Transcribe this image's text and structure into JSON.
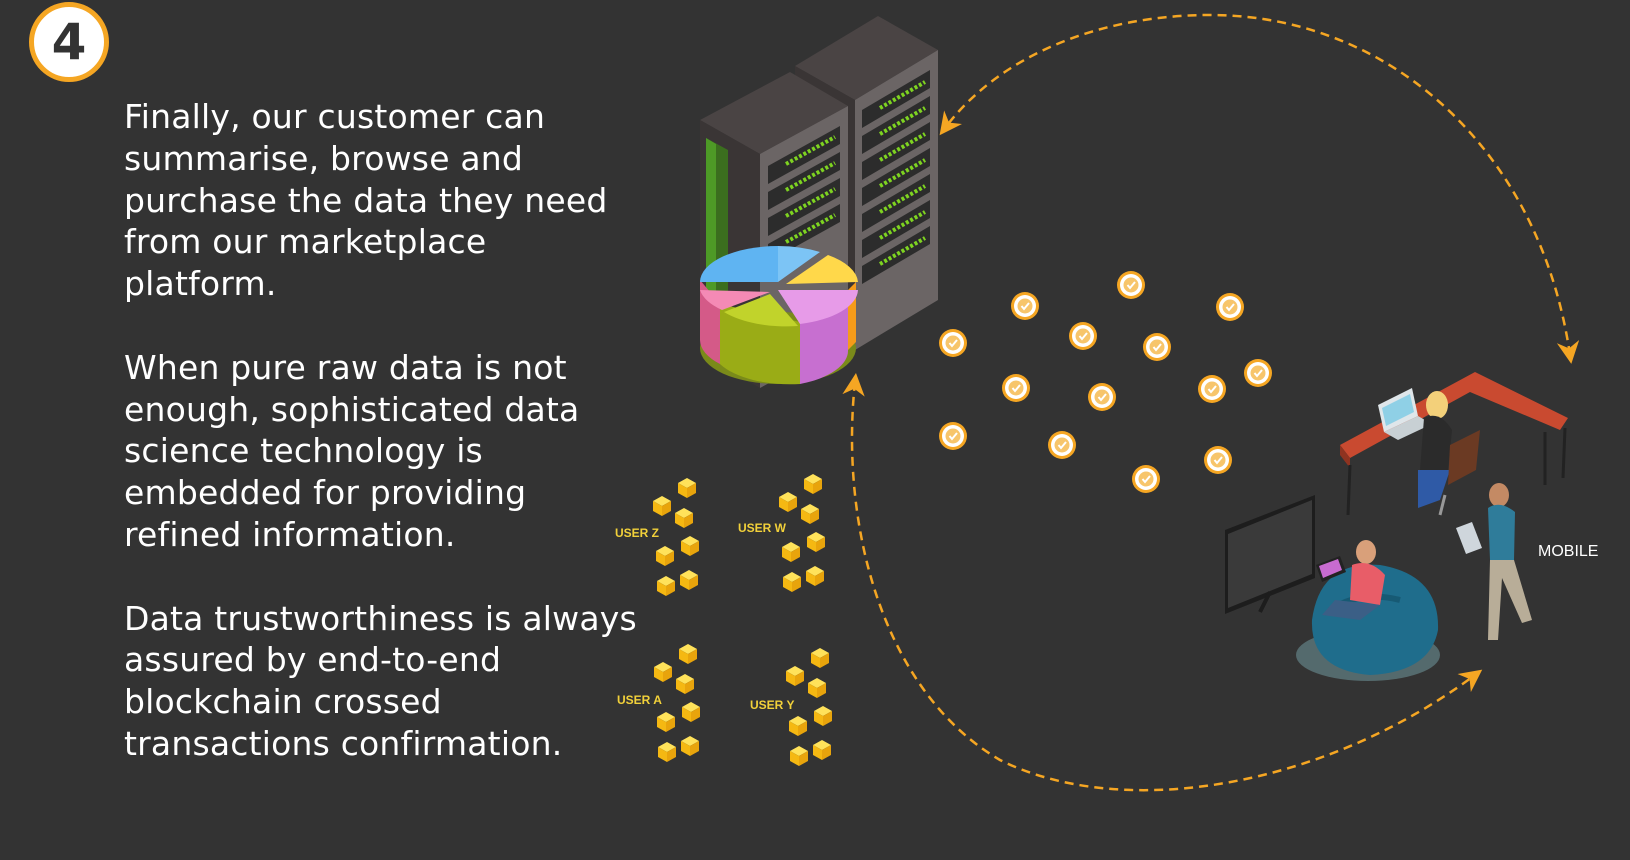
{
  "step": {
    "number": "4"
  },
  "paragraphs": [
    "Finally, our customer can summarise, browse and purchase the data they need from our marketplace platform.",
    "When pure raw data is not enough, sophisticated data science technology is embedded for providing refined information.",
    "Data trustworthiness is always assured by end-to-end blockchain crossed transactions confirmation."
  ],
  "users": [
    {
      "label": "USER Z"
    },
    {
      "label": "USER W"
    },
    {
      "label": "USER A"
    },
    {
      "label": "USER Y"
    }
  ],
  "mobile_label": "MOBILE",
  "colors": {
    "background": "#333333",
    "accent": "#f5a623",
    "text": "#ffffff",
    "user_label": "#f2d13a"
  }
}
